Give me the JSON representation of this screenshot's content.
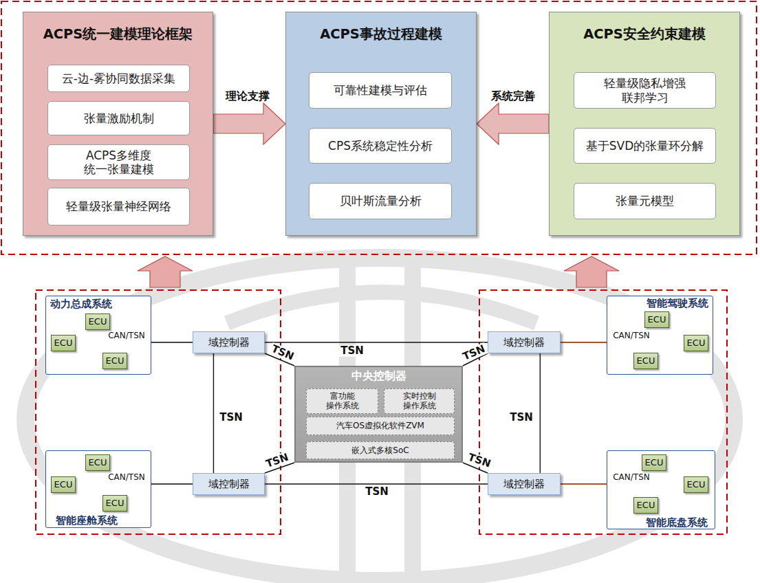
{
  "diagram": {
    "nodes": [
      {
        "text": [
          "ACPS统一建模理论框架"
        ]
      },
      {
        "text": [
          "云-边-雾协同数据采集"
        ],
        "in": 0
      },
      {
        "text": [
          "张量激励机制"
        ],
        "in": 0
      },
      {
        "text": [
          "ACPS多维度 统一张量建模"
        ],
        "in": 0
      },
      {
        "text": [
          "轻量级张量神经网络"
        ],
        "in": 0
      },
      {
        "text": [
          "ACPS事故过程建模"
        ]
      },
      {
        "text": [
          "可靠性建模与评估"
        ],
        "in": 5
      },
      {
        "text": [
          "CPS系统稳定性分析"
        ],
        "in": 5
      },
      {
        "text": [
          "贝叶斯流量分析"
        ],
        "in": 5
      },
      {
        "text": [
          "ACPS安全约束建模"
        ]
      },
      {
        "text": [
          "轻量级隐私增强 联邦学习"
        ],
        "in": 9
      },
      {
        "text": [
          "基于SVD的张量环分解"
        ],
        "in": 9
      },
      {
        "text": [
          "张量元模型"
        ],
        "in": 9
      },
      {
        "text": [
          "动力总成系统"
        ]
      },
      {
        "text": [
          "ECU"
        ],
        "in": 13
      },
      {
        "text": [
          "ECU"
        ],
        "in": 13
      },
      {
        "text": [
          "ECU"
        ],
        "in": 13
      },
      {
        "text": [
          "智能座舱系统"
        ]
      },
      {
        "text": [
          "ECU"
        ],
        "in": 17
      },
      {
        "text": [
          "ECU"
        ],
        "in": 17
      },
      {
        "text": [
          "ECU"
        ],
        "in": 17
      },
      {
        "text": [
          "智能驾驶系统"
        ]
      },
      {
        "text": [
          "ECU"
        ],
        "in": 21
      },
      {
        "text": [
          "ECU"
        ],
        "in": 21
      },
      {
        "text": [
          "ECU"
        ],
        "in": 21
      },
      {
        "text": [
          "智能底盘系统"
        ]
      },
      {
        "text": [
          "ECU"
        ],
        "in": 25
      },
      {
        "text": [
          "ECU"
        ],
        "in": 25
      },
      {
        "text": [
          "ECU"
        ],
        "in": 25
      },
      {
        "text": [
          "域控制器"
        ]
      },
      {
        "text": [
          "域控制器"
        ]
      },
      {
        "text": [
          "域控制器"
        ]
      },
      {
        "text": [
          "域控制器"
        ]
      },
      {
        "text": [
          "中央控制器"
        ]
      },
      {
        "text": [
          "富功能 操作系统"
        ],
        "in": 33
      },
      {
        "text": [
          "实时控制 操作系统"
        ],
        "in": 33
      },
      {
        "text": [
          "汽车OS虚拟化软件ZVM"
        ],
        "in": 33
      },
      {
        "text": [
          "嵌入式多核SoC"
        ],
        "in": 33
      }
    ],
    "edges": [
      {
        "from": 0,
        "to": 5,
        "arrow": "to",
        "label": "理论支撑"
      },
      {
        "from": 9,
        "to": 5,
        "arrow": "to",
        "label": "系统完善"
      },
      {
        "from": 14,
        "to": 29,
        "arrow": "none"
      },
      {
        "from": 15,
        "to": 29,
        "arrow": "none",
        "label": "CAN/TSN"
      },
      {
        "from": 16,
        "to": 29,
        "arrow": "none"
      },
      {
        "from": 18,
        "to": 31,
        "arrow": "none"
      },
      {
        "from": 19,
        "to": 31,
        "arrow": "none",
        "label": "CAN/TSN"
      },
      {
        "from": 20,
        "to": 31,
        "arrow": "none"
      },
      {
        "from": 22,
        "to": 30,
        "arrow": "none"
      },
      {
        "from": 23,
        "to": 30,
        "arrow": "none",
        "label": "CAN/TSN"
      },
      {
        "from": 24,
        "to": 30,
        "arrow": "none"
      },
      {
        "from": 26,
        "to": 32,
        "arrow": "none"
      },
      {
        "from": 27,
        "to": 32,
        "arrow": "none",
        "label": "CAN/TSN"
      },
      {
        "from": 28,
        "to": 32,
        "arrow": "none"
      },
      {
        "from": 29,
        "to": 30,
        "arrow": "none",
        "label": "TSN"
      },
      {
        "from": 29,
        "to": 31,
        "arrow": "none",
        "label": "TSN"
      },
      {
        "from": 30,
        "to": 32,
        "arrow": "none",
        "label": "TSN"
      },
      {
        "from": 31,
        "to": 32,
        "arrow": "none",
        "label": "TSN"
      },
      {
        "from": 29,
        "to": 33,
        "arrow": "none",
        "label": "TSN"
      },
      {
        "from": 30,
        "to": 33,
        "arrow": "none",
        "label": "TSN"
      },
      {
        "from": 31,
        "to": 33,
        "arrow": "none",
        "label": "TSN"
      },
      {
        "from": 32,
        "to": 33,
        "arrow": "none",
        "label": "TSN"
      }
    ]
  }
}
